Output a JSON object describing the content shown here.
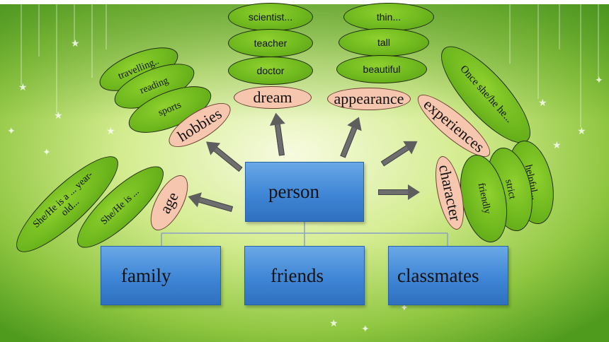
{
  "center": "person",
  "groups": {
    "family": "family",
    "friends": "friends",
    "classmates": "classmates"
  },
  "categories": {
    "hobbies": "hobbies",
    "dream": "dream",
    "appearance": "appearance",
    "experiences": "experiences",
    "character": "character",
    "age": "age"
  },
  "hobbies_items": [
    "travelling..",
    "reading",
    "sports"
  ],
  "dream_items": [
    "scientist...",
    "teacher",
    "doctor"
  ],
  "appearance_items": [
    "thin...",
    "tall",
    "beautiful"
  ],
  "experiences_items": [
    "Once she/he he..."
  ],
  "character_items": [
    "friendly",
    "strict",
    "helpful..."
  ],
  "age_items": [
    "She/He is a ... year-old...",
    "She/He is ..."
  ],
  "colors": {
    "box_blue": "#3f86d6",
    "oval_green": "#6fb81e",
    "oval_pink": "#f6c6ae",
    "arrow_gray": "#6e6e6e"
  }
}
